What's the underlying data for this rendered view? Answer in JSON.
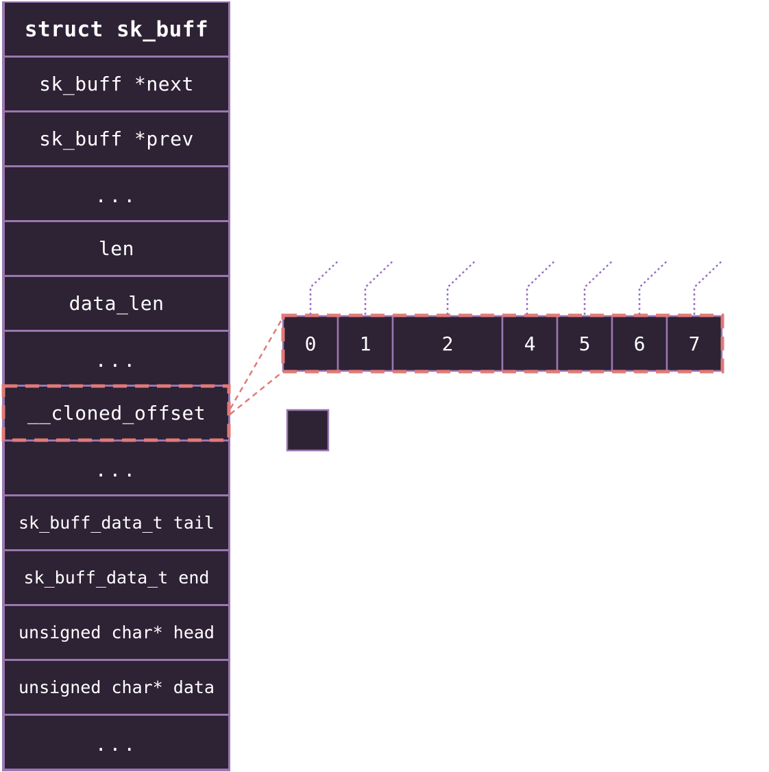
{
  "struct": {
    "title": "struct sk_buff",
    "fields": [
      "sk_buff *next",
      "sk_buff *prev",
      "...",
      "len",
      "data_len",
      "...",
      "__cloned_offset",
      "...",
      "sk_buff_data_t tail",
      "sk_buff_data_t end",
      "unsigned char* head",
      "unsigned char* data",
      "..."
    ]
  },
  "bit_field": {
    "cells": [
      "0",
      "1",
      "2",
      "4",
      "5",
      "6",
      "7"
    ]
  },
  "colors": {
    "cell_fill": "#2e2235",
    "border_purple": "#9b77b0",
    "highlight_dash": "#e07a78",
    "pointer_dotted": "#9b6fc3"
  }
}
